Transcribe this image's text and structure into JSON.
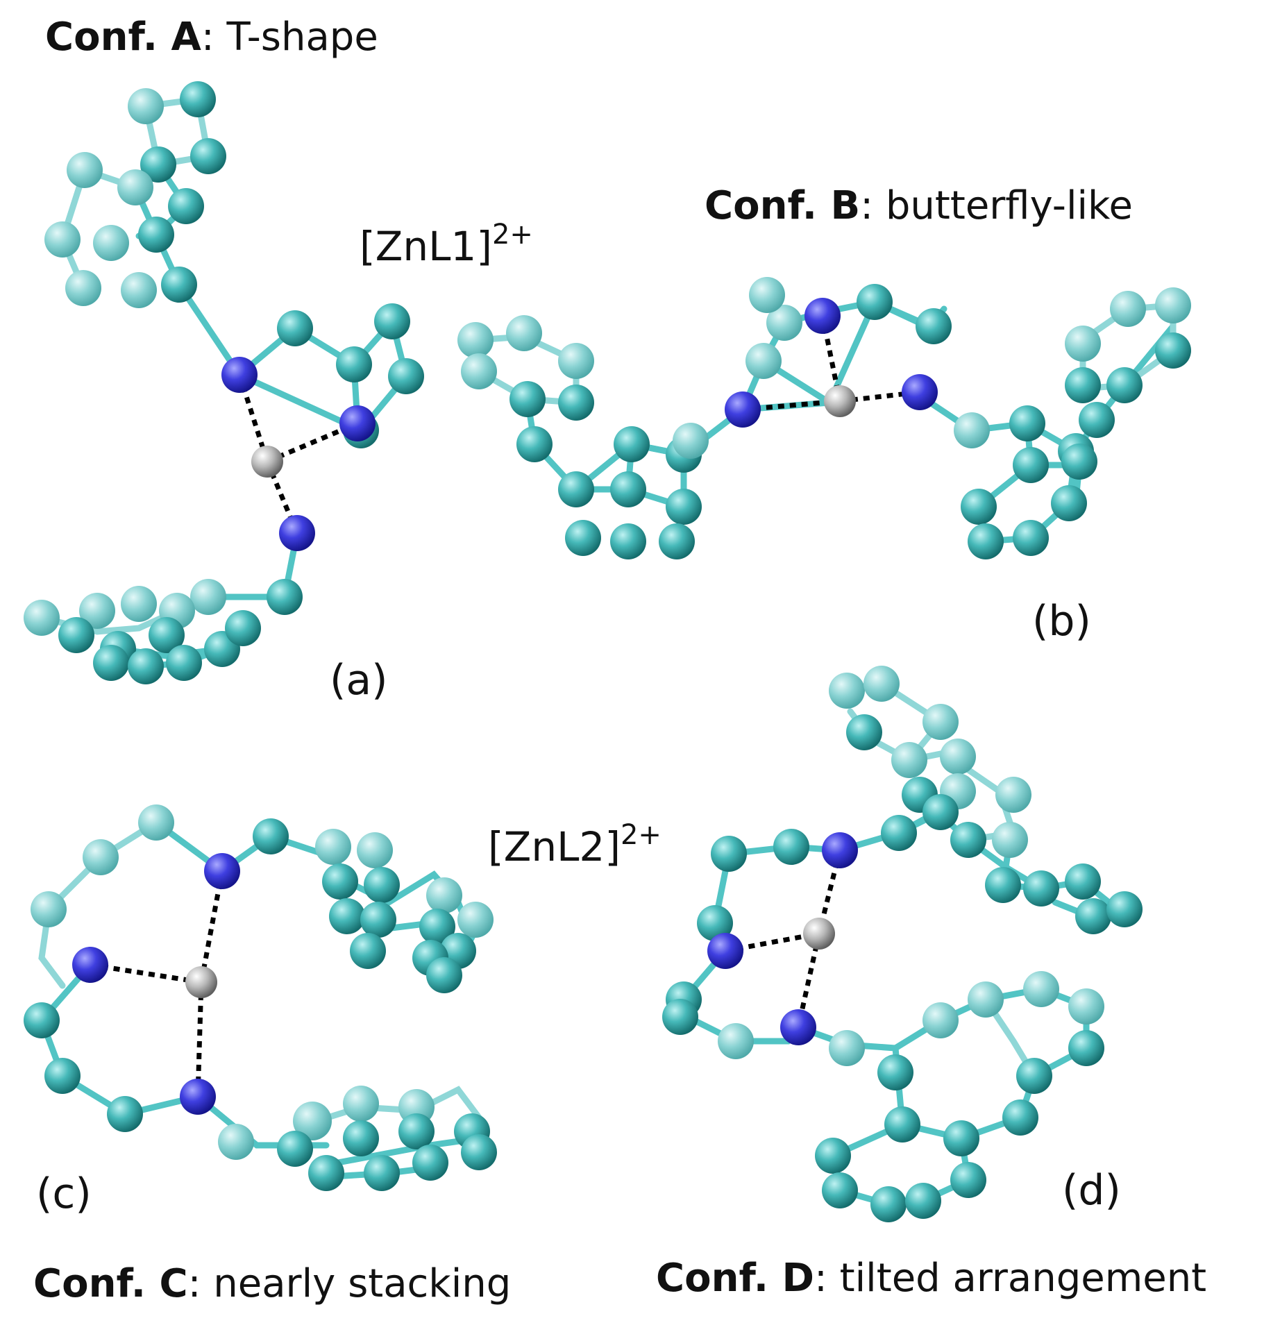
{
  "figure": {
    "complex_L1": {
      "name": "[ZnL1]",
      "charge": "2+"
    },
    "complex_L2": {
      "name": "[ZnL2]",
      "charge": "2+"
    },
    "panels": [
      {
        "id": "a",
        "label": "(a)",
        "conf_bold": "Conf. A",
        "conf_desc": ": T-shape"
      },
      {
        "id": "b",
        "label": "(b)",
        "conf_bold": "Conf. B",
        "conf_desc": ": butterfly-like"
      },
      {
        "id": "c",
        "label": "(c)",
        "conf_bold": "Conf. C",
        "conf_desc": ": nearly stacking"
      },
      {
        "id": "d",
        "label": "(d)",
        "conf_bold": "Conf. D",
        "conf_desc": ": tilted arrangement"
      }
    ]
  },
  "colors": {
    "carbon": "#2fa6a6",
    "nitrogen": "#3434d6",
    "zinc": "#9a9a9a",
    "bond": "#52c4c4",
    "coordination": "#000000"
  }
}
